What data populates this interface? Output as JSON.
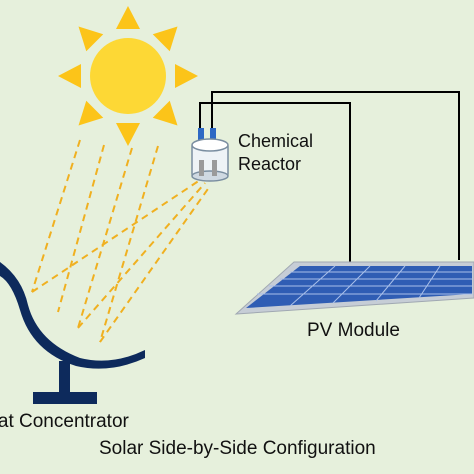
{
  "labels": {
    "reactor_line1": "Chemical",
    "reactor_line2": "Reactor",
    "pv_module": "PV Module",
    "concentrator": "r Heat Concentrator",
    "configuration": "Solar Side-by-Side Configuration"
  },
  "colors": {
    "background": "#e6f0dc",
    "sun": "#fdd835",
    "sun_rays": "#fcc419",
    "light_beams": "#f0b020",
    "concentrator": "#0d2a5c",
    "wires": "#000000",
    "pv_cells": "#2f5db4",
    "pv_frame": "#c6cdd6",
    "reactor_electrodes": "#2d68c4"
  },
  "icons": [
    "sun-icon",
    "chemical-reactor-icon",
    "pv-module-icon",
    "heat-concentrator-icon"
  ]
}
